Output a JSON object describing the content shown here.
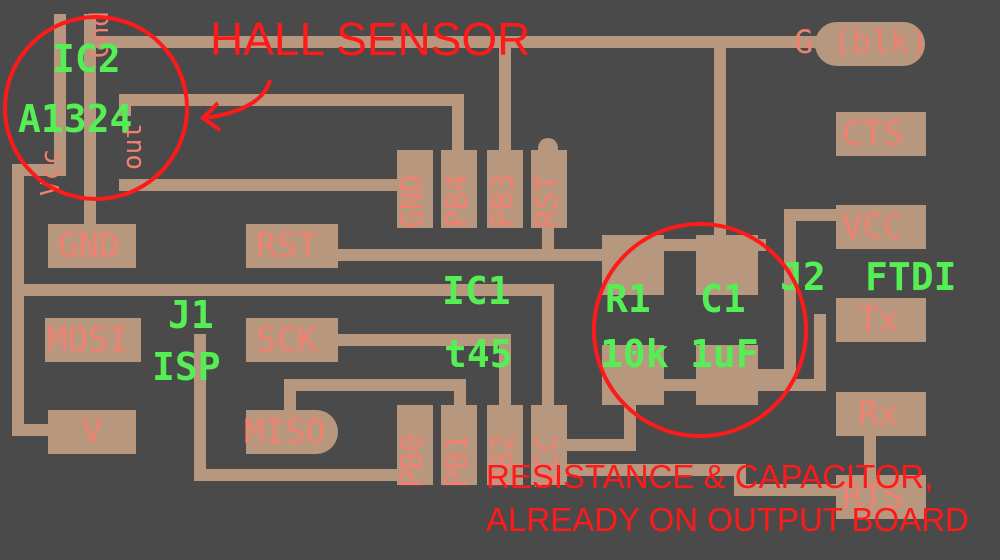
{
  "annotations": {
    "hall_sensor": "HALL SENSOR",
    "rc_note_line1": "RESISTANCE & CAPACITOR,",
    "rc_note_line2": "ALREADY ON OUTPUT BOARD",
    "color": "#ff1a1a"
  },
  "components": {
    "ic2_ref": "IC2",
    "ic2_value": "A1324",
    "ic1_ref": "IC1",
    "ic1_value": "t45",
    "j1_ref": "J1",
    "j1_value": "ISP",
    "r1_ref": "R1",
    "r1_value": "10k",
    "c1_ref": "C1",
    "c1_value": "1uF",
    "j2_ref": "J2",
    "j2_value": "FTDI",
    "color": "#55ee55"
  },
  "pads": {
    "isp_gnd": "GND",
    "isp_rst": "RST",
    "isp_mosi": "MOSI",
    "isp_sck": "SCK",
    "isp_v": "V",
    "isp_miso": "MISO",
    "t45_gnd": "GND",
    "t45_pb4": "PB4",
    "t45_pb3": "PB3",
    "t45_rst": "RST",
    "t45_pb0": "PB0",
    "t45_pb1": "PB1",
    "t45_pb2": "PB2",
    "t45_vcc": "VCC",
    "ftdi_g": "G (blk)",
    "ftdi_cts": "CTS",
    "ftdi_vcc": "VCC",
    "ftdi_tx": "Tx",
    "ftdi_rx": "Rx",
    "ftdi_rts": "RTS",
    "ic2_vcc": "Vcc",
    "ic2_gnd": "Gnd",
    "ic2_out": "out",
    "color": "#f08070"
  },
  "colors": {
    "board": "#4a4a4a",
    "copper": "#b8977f"
  }
}
